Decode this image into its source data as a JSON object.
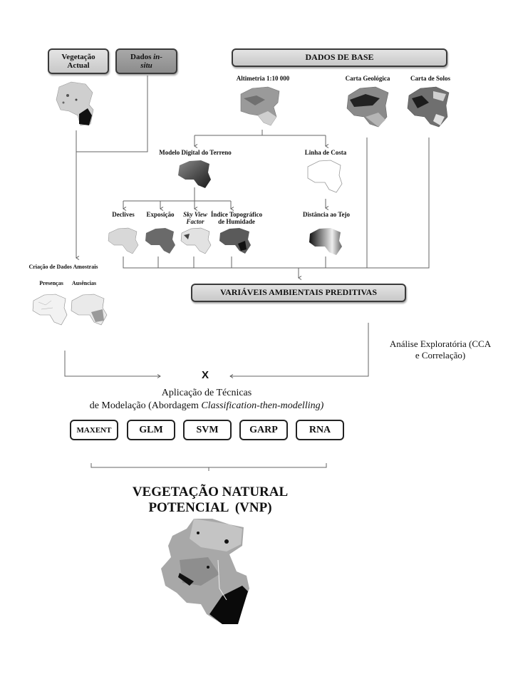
{
  "inputs": {
    "vegetacao_actual": "Vegetação Actual",
    "vegetacao_actual_line1": "Vegetação",
    "vegetacao_actual_line2": "Actual",
    "dados_insitu_line1": "Dados",
    "dados_insitu_italic1": "in-",
    "dados_insitu_italic2": "situ",
    "dados_de_base": "DADOS DE BASE"
  },
  "base_layers": {
    "altimetria": "Altimetria 1:10 000",
    "carta_geologica": "Carta Geológica",
    "carta_solos": "Carta de Solos",
    "mdt": "Modelo Digital do Terreno",
    "linha_costa": "Linha de Costa"
  },
  "derived_layers": {
    "declives": "Declives",
    "exposicao": "Exposição",
    "sky_view_line1": "Sky View",
    "sky_view_line2": "Factor",
    "itu_line1": "Índice Topográfico",
    "itu_line2": "de Humidade",
    "distancia_tejo": "Distância ao Tejo"
  },
  "samples": {
    "title": "Criação de Dados Amostrais",
    "presencas": "Presenças",
    "ausencias": "Ausências"
  },
  "variaveis": "VARIÁVEIS AMBIENTAIS PREDITIVAS",
  "analise": {
    "line1": "Análise Exploratória (CCA",
    "line2": "e Correlação)"
  },
  "junction_symbol": "X",
  "modelacao": {
    "line1": "Aplicação de Técnicas",
    "line2_prefix": "de Modelação (Abordagem ",
    "line2_italic": "Classification-then-modelling)"
  },
  "techniques": [
    "MAXENT",
    "GLM",
    "SVM",
    "GARP",
    "RNA"
  ],
  "result": {
    "line1": "VEGETAÇÃO NATURAL",
    "line2": "POTENCIAL  (VNP)"
  }
}
